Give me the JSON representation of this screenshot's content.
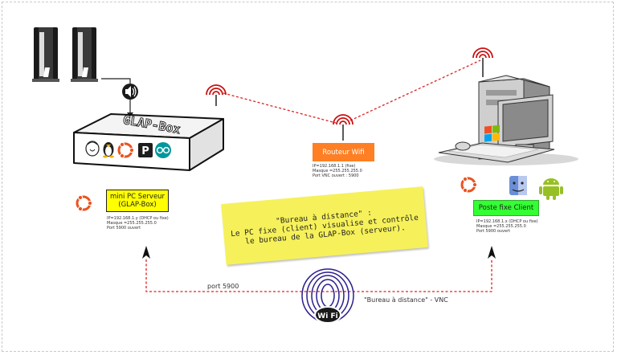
{
  "server": {
    "device_label": "GLAP-Box",
    "title_line1": "mini PC Serveur",
    "title_line2": "(GLAP-Box)",
    "title_bg": "#ffff00",
    "ip": "IP=192.168.1.y (DHCP ou fixe)",
    "mask": "Masque =255.255.255.0",
    "port": "Port 5900 ouvert"
  },
  "router": {
    "title": "Routeur Wifi",
    "title_bg": "#ff7f24",
    "ip": "IP=192.168.1.1 (fixe)",
    "mask": "Masque =255.255.255.0",
    "port": "Port VNC ouvert : 5900"
  },
  "client": {
    "title": "Poste fixe Client",
    "title_bg": "#33ff33",
    "ip": "IP=192.168.1.x (DHCP ou fixe)",
    "mask": "Masque =255.255.255.0",
    "port": "Port 5900 ouvert"
  },
  "note": {
    "line1": "\"Bureau à distance\" :",
    "line2": "Le PC fixe (client) visualise et contrôle",
    "line3": "le bureau de la GLAP-Box (serveur).",
    "bg": "#f6f15a"
  },
  "links": {
    "port_label": "port 5900",
    "vnc_label": "\"Bureau à distance\" - VNC",
    "wifi_logo_text": "Wi Fi",
    "line_color": "#e02020"
  },
  "icons": [
    "speaker-icon",
    "volume-icon",
    "gnu-icon",
    "linux-tux-icon",
    "ubuntu-icon",
    "processing-icon",
    "arduino-icon",
    "windows-icon",
    "finder-icon",
    "android-icon",
    "wifi-signal-icon",
    "wifi-logo-icon"
  ]
}
